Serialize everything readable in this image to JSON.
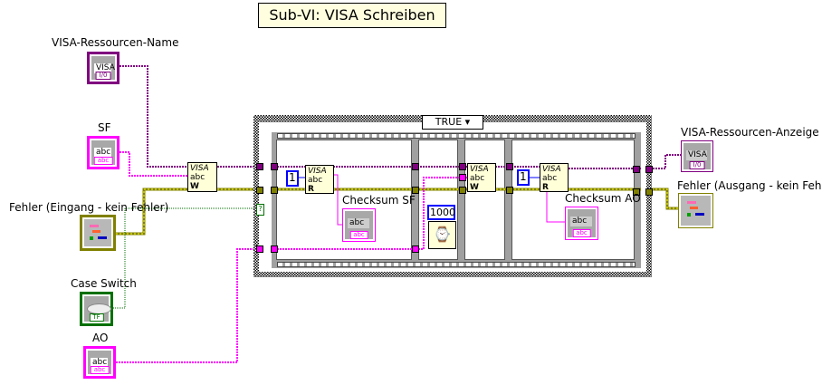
{
  "title": "Sub-VI: VISA Schreiben",
  "colors": {
    "visa_wire": "#800080",
    "string_wire": "#ff00ff",
    "error_wire": "#808000",
    "bool_wire": "#007000",
    "numeric_constant": "#0000ff",
    "node_bg": "#ffffd8"
  },
  "controls": {
    "visa_name": {
      "label": "VISA-Ressourcen-Name",
      "field": "VISA",
      "tag": "I/0"
    },
    "sf": {
      "label": "SF",
      "field": "abc",
      "tag": "abc"
    },
    "error_in": {
      "label": "Fehler (Eingang - kein Fehler)"
    },
    "case_switch": {
      "label": "Case Switch",
      "tag": "TF"
    },
    "ao": {
      "label": "AO",
      "field": "abc",
      "tag": "abc"
    }
  },
  "indicators": {
    "visa_out": {
      "label": "VISA-Ressourcen-Anzeige",
      "field": "VISA",
      "tag": "I/0"
    },
    "error_out": {
      "label": "Fehler (Ausgang - kein Fehler)"
    },
    "checksum_sf": {
      "label": "Checksum SF",
      "field": "abc",
      "tag": "abc"
    },
    "checksum_ao": {
      "label": "Checksum AO",
      "field": "abc",
      "tag": "abc"
    }
  },
  "case_structure": {
    "selector": "TRUE",
    "selector_terminal": "?"
  },
  "nodes": {
    "visa": "VISA",
    "abc": "abc",
    "write": "W",
    "read": "R"
  },
  "constants": {
    "read_count_1": "1",
    "wait_ms": "1000",
    "read_count_2": "1"
  }
}
